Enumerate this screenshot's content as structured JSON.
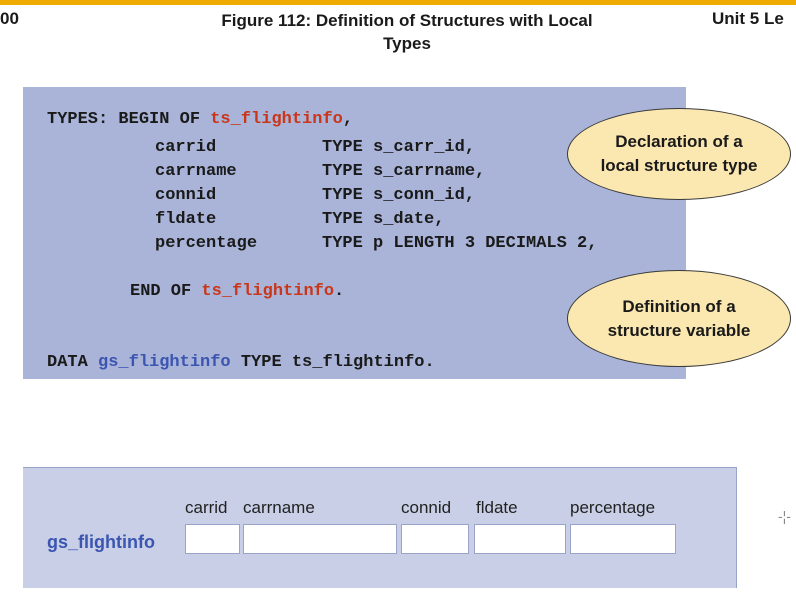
{
  "header": {
    "left": "00",
    "title_line1": "Figure 112: Definition of Structures with Local",
    "title_line2": "Types",
    "right": "Unit 5 Le"
  },
  "code": {
    "l1_kw": "TYPES: BEGIN OF ",
    "l1_name": "ts_flightinfo",
    "l1_end": ",",
    "fields": [
      {
        "name": "carrid",
        "type": "TYPE s_carr_id,"
      },
      {
        "name": "carrname",
        "type": "TYPE s_carrname,"
      },
      {
        "name": "connid",
        "type": "TYPE s_conn_id,"
      },
      {
        "name": "fldate",
        "type": "TYPE s_date,"
      },
      {
        "name": "percentage",
        "type": "TYPE p LENGTH 3 DECIMALS 2,"
      }
    ],
    "end_kw": "END OF ",
    "end_name": "ts_flightinfo",
    "end_dot": ".",
    "data_kw": "DATA ",
    "data_var": "gs_flightinfo",
    "data_rest": " TYPE ts_flightinfo."
  },
  "bubbles": {
    "declaration_line1": "Declaration of a",
    "declaration_line2": "local structure type",
    "definition_line1": "Definition of a",
    "definition_line2": "structure variable"
  },
  "structure": {
    "variable": "gs_flightinfo",
    "columns": [
      "carrid",
      "carrname",
      "connid",
      "fldate",
      "percentage"
    ]
  },
  "colors": {
    "accent_bar": "#f0ab00",
    "code_panel": "#a9b4d8",
    "keyword_red": "#c9361a",
    "variable_blue": "#3b55b0",
    "bubble_fill": "#fbe7b0"
  }
}
